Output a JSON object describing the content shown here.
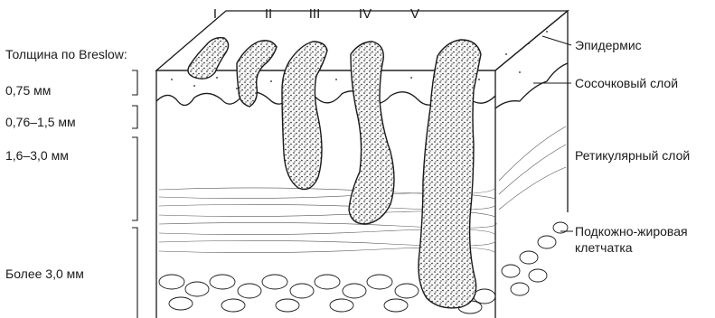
{
  "diagram": {
    "stage_numbers": [
      "I",
      "II",
      "III",
      "IV",
      "V"
    ],
    "breslow_title": "Толщина по Breslow:",
    "breslow_ranges": [
      "0,75 мм",
      "0,76–1,5 мм",
      "1,6–3,0 мм",
      "Более 3,0 мм"
    ],
    "layers": {
      "epidermis": "Эпидермис",
      "papillary": "Сосочковый слой",
      "reticular": "Ретикулярный слой",
      "subcutis_line1": "Подкожно-жировая",
      "subcutis_line2": "клетчатка"
    },
    "colors": {
      "ink": "#1a1a1a",
      "tumor_fill": "#f4f4f4"
    }
  }
}
